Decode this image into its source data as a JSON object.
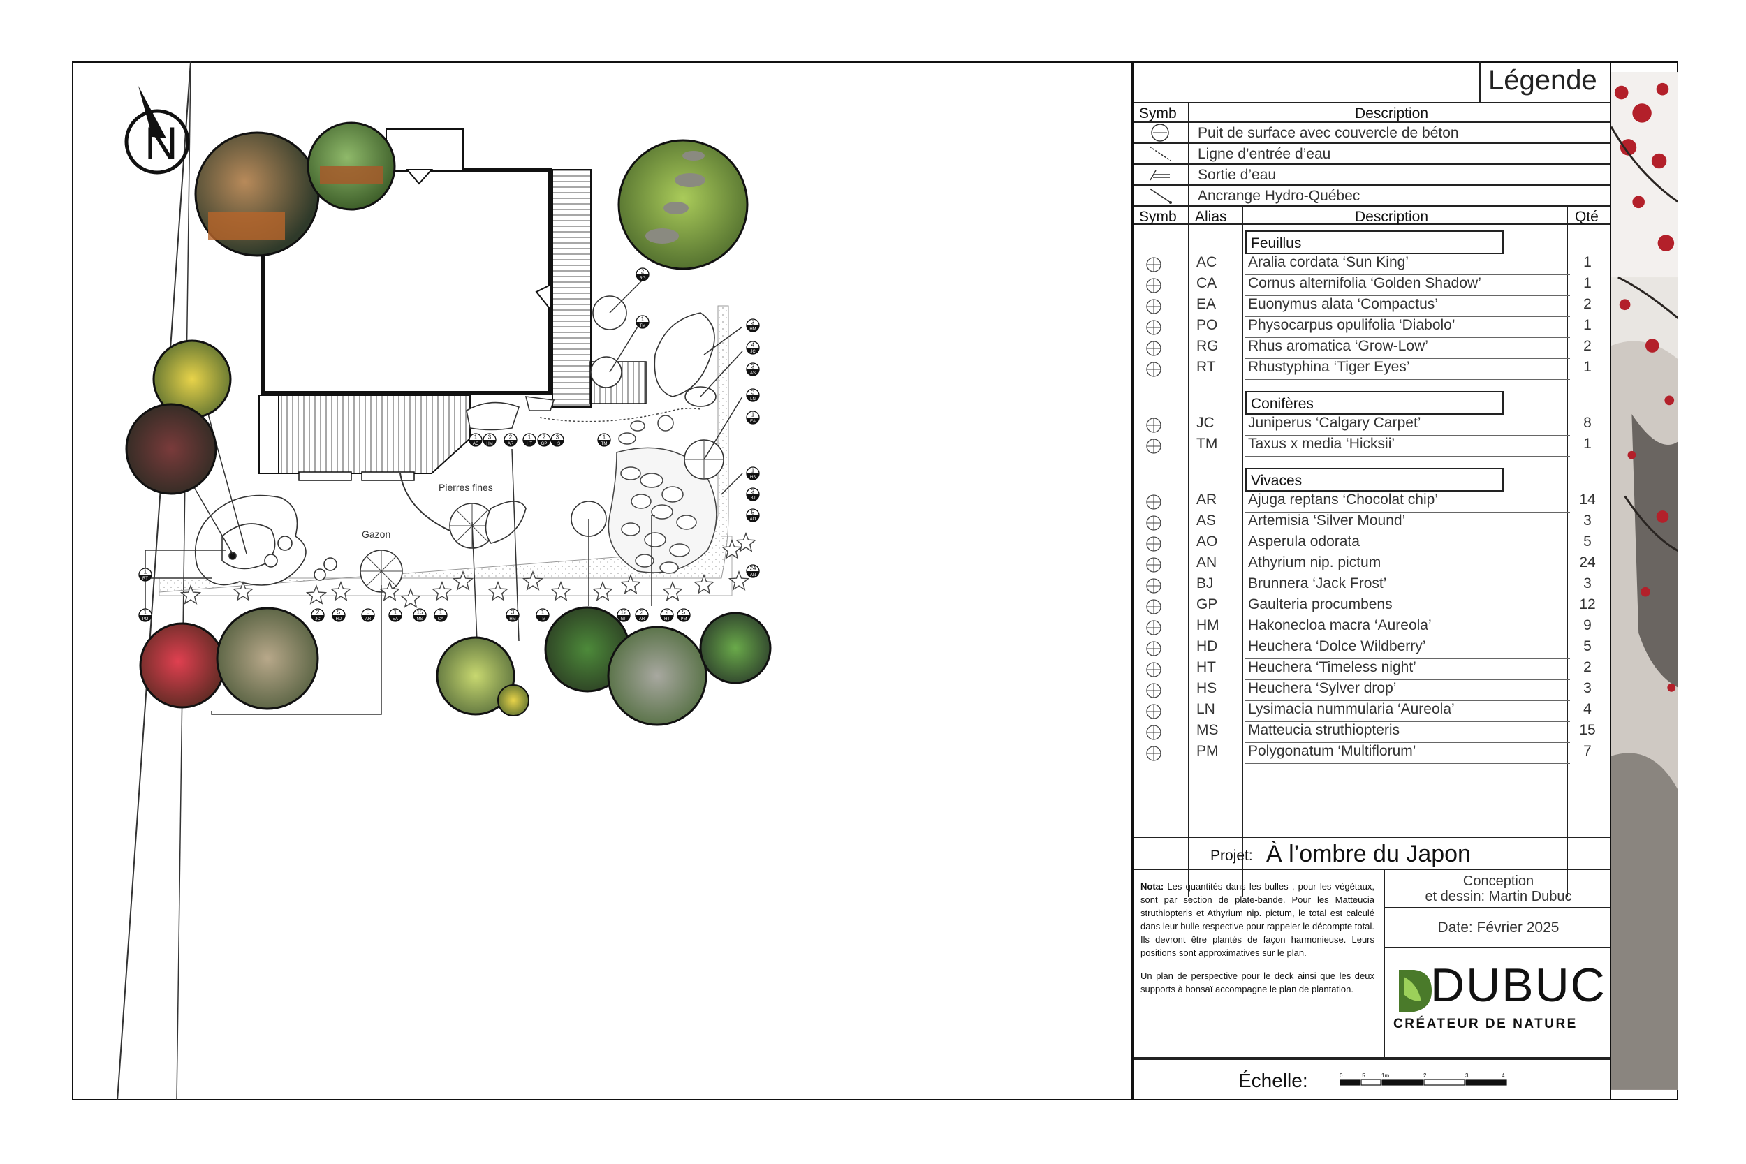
{
  "legend": {
    "title": "Légende",
    "table1_headers": {
      "symb": "Symb",
      "description": "Description"
    },
    "infra_items": [
      {
        "icon": "well-icon",
        "label": "Puit de surface avec couvercle de béton"
      },
      {
        "icon": "water-line-icon",
        "label": "Ligne d’entrée d’eau"
      },
      {
        "icon": "water-outlet-icon",
        "label": "Sortie d’eau"
      },
      {
        "icon": "hydro-anchor-icon",
        "label": "Ancrange Hydro-Québec"
      }
    ],
    "table2_headers": {
      "symb": "Symb",
      "alias": "Alias",
      "description": "Description",
      "qty": "Qté"
    },
    "categories": [
      {
        "name": "Feuillus",
        "plants": [
          {
            "alias": "AC",
            "name": "Aralia cordata ‘Sun King’",
            "qty": "1"
          },
          {
            "alias": "CA",
            "name": "Cornus alternifolia ‘Golden Shadow’",
            "qty": "1"
          },
          {
            "alias": "EA",
            "name": "Euonymus alata ‘Compactus’",
            "qty": "2"
          },
          {
            "alias": "PO",
            "name": "Physocarpus opulifolia ‘Diabolo’",
            "qty": "1"
          },
          {
            "alias": "RG",
            "name": "Rhus aromatica ‘Grow-Low’",
            "qty": "2"
          },
          {
            "alias": "RT",
            "name": "Rhustyphina ‘Tiger Eyes’",
            "qty": "1"
          }
        ]
      },
      {
        "name": "Conifères",
        "plants": [
          {
            "alias": "JC",
            "name": "Juniperus ‘Calgary Carpet’",
            "qty": "8"
          },
          {
            "alias": "TM",
            "name": "Taxus x media ‘Hicksii’",
            "qty": "1"
          }
        ]
      },
      {
        "name": "Vivaces",
        "plants": [
          {
            "alias": "AR",
            "name": "Ajuga reptans ‘Chocolat chip’",
            "qty": "14"
          },
          {
            "alias": "AS",
            "name": "Artemisia ‘Silver Mound’",
            "qty": "3"
          },
          {
            "alias": "AO",
            "name": "Asperula odorata",
            "qty": "5"
          },
          {
            "alias": "AN",
            "name": "Athyrium nip. pictum",
            "qty": "24"
          },
          {
            "alias": "BJ",
            "name": "Brunnera ‘Jack Frost’",
            "qty": "3"
          },
          {
            "alias": "GP",
            "name": "Gaulteria procumbens",
            "qty": "12"
          },
          {
            "alias": "HM",
            "name": "Hakonecloa macra ‘Aureola’",
            "qty": "9"
          },
          {
            "alias": "HD",
            "name": "Heuchera ‘Dolce Wildberry’",
            "qty": "5"
          },
          {
            "alias": "HT",
            "name": "Heuchera ‘Timeless night’",
            "qty": "2"
          },
          {
            "alias": "HS",
            "name": "Heuchera ‘Sylver drop’",
            "qty": "3"
          },
          {
            "alias": "LN",
            "name": "Lysimacia nummularia ‘Aureola’",
            "qty": "4"
          },
          {
            "alias": "MS",
            "name": "Matteucia struthiopteris",
            "qty": "15"
          },
          {
            "alias": "PM",
            "name": "Polygonatum ‘Multiflorum’",
            "qty": "7"
          }
        ]
      }
    ],
    "project_label": "Projet:",
    "project_name": "À l’ombre du Japon",
    "note_label": "Nota:",
    "note_text": "Les quantités dans les bulles , pour les végétaux, sont par section de plate-bande. Pour les Matteucia struthiopteris et Athyrium nip. pictum, le total est calculé dans leur bulle respective pour rappeler le décompte total. Ils devront être plantés de façon harmonieuse. Leurs positions sont approximatives sur le plan.",
    "note_text2": "Un plan de perspective pour le deck ainsi que les deux supports à bonsaï accompagne le plan de plantation.",
    "design_line1": "Conception",
    "design_line2": "et dessin: Martin Dubuc",
    "date": "Date: Février 2025",
    "brand_name": "DUBUC",
    "brand_tagline": "CRÉATEUR DE NATURE",
    "scale_label": "Échelle:",
    "scale_ticks": [
      "0",
      ".5",
      "1m",
      "2",
      "3",
      "4"
    ],
    "brand_color": "#5a9a3a"
  },
  "plan": {
    "north_letter": "N",
    "label_pierres": "Pierres fines",
    "label_gazon": "Gazon",
    "bubbles": [
      {
        "n": "2",
        "code": "RG"
      },
      {
        "n": "1",
        "code": "TM"
      },
      {
        "n": "3",
        "code": "HM"
      },
      {
        "n": "4",
        "code": "JC"
      },
      {
        "n": "3",
        "code": "AS"
      },
      {
        "n": "3",
        "code": "LN"
      },
      {
        "n": "1",
        "code": "EA"
      },
      {
        "n": "1",
        "code": "HS"
      },
      {
        "n": "3",
        "code": "BJ"
      },
      {
        "n": "5",
        "code": "AO"
      },
      {
        "n": "24",
        "code": "AN"
      },
      {
        "n": "1",
        "code": "AC"
      },
      {
        "n": "3",
        "code": "HM"
      },
      {
        "n": "2",
        "code": "AR"
      },
      {
        "n": "1",
        "code": "HT"
      },
      {
        "n": "2",
        "code": "GP"
      },
      {
        "n": "3",
        "code": "HS"
      },
      {
        "n": "1",
        "code": "TM"
      },
      {
        "n": "1",
        "code": "RT"
      },
      {
        "n": "1",
        "code": "PO"
      },
      {
        "n": "2",
        "code": "JC"
      },
      {
        "n": "5",
        "code": "HD"
      },
      {
        "n": "5",
        "code": "AR"
      },
      {
        "n": "1",
        "code": "EA"
      },
      {
        "n": "15",
        "code": "MS"
      },
      {
        "n": "1",
        "code": "CA"
      },
      {
        "n": "3",
        "code": "HM"
      },
      {
        "n": "1",
        "code": "TM"
      },
      {
        "n": "12",
        "code": "GP"
      },
      {
        "n": "2",
        "code": "AR"
      },
      {
        "n": "2",
        "code": "HT"
      },
      {
        "n": "5",
        "code": "PM"
      }
    ]
  }
}
